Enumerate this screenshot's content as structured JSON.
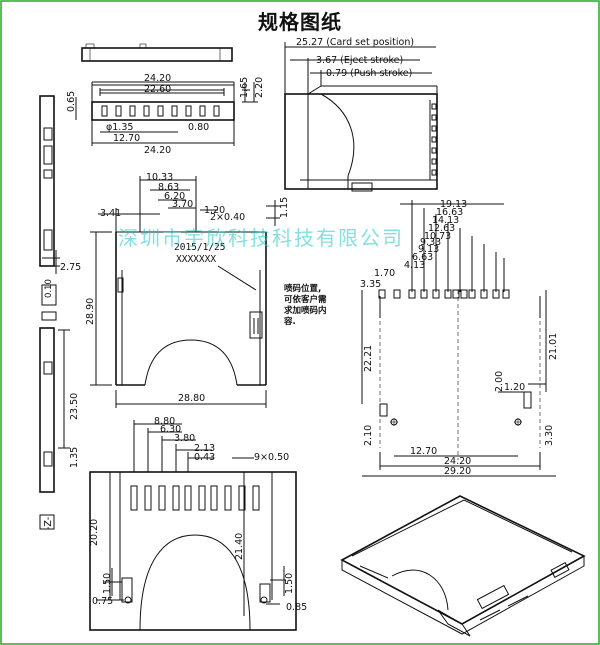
{
  "title": "规格图纸",
  "watermark": "深圳市宇欣科技科技有限公司",
  "colors": {
    "line": "#111111",
    "watermark": "#20c8c8",
    "frame": "#22aa22"
  },
  "top_right": {
    "card_set": "25.27 (Card set position)",
    "eject": "3.67 (Eject stroke)",
    "push": "0.79 (Push stroke)"
  },
  "top_left": {
    "d1": "24.20",
    "d2": "22.60",
    "h1": "1.65",
    "h2": "2.20",
    "hole": "φ1.35",
    "d3": "0.80",
    "d4": "12.70",
    "d5": "24.20",
    "side": "0.65"
  },
  "left_col": {
    "d275": "2.75",
    "d010": "0.10",
    "d2350": "23.50",
    "d135": "1.35",
    "mark": "-Z-"
  },
  "mid": {
    "d1033": "10.33",
    "d863": "8.63",
    "d620": "6.20",
    "d370": "3.70",
    "d341": "3.41",
    "d120": "1.20",
    "pitch": "2×0.40",
    "d115": "1.15",
    "date": "2015/1/25",
    "code": "XXXXXXX",
    "d2890": "28.90",
    "d2880": "28.80"
  },
  "note": [
    "喷码位置,",
    "可依客户需",
    "求加喷码内",
    "容."
  ],
  "right": {
    "d1913": "19.13",
    "d1663": "16.63",
    "d1413": "14.13",
    "d1263": "12.63",
    "d1073": "10.73",
    "d933": "9.33",
    "d913": "9.13",
    "d663": "6.63",
    "d413": "4.13",
    "d170": "1.70",
    "d335": "3.35",
    "d2221": "22.21",
    "d2101": "21.01",
    "d200": "2.00",
    "d120": "1.20",
    "d210": "2.10",
    "d330": "3.30",
    "d1270": "12.70",
    "d2420": "24.20",
    "d2920": "29.20"
  },
  "bottom": {
    "d880": "8.80",
    "d630": "6.30",
    "d380": "3.80",
    "d213": "2.13",
    "d043": "0.43",
    "pitch": "9×0.50",
    "d2020": "20.20",
    "d2140": "21.40",
    "d150a": "1.50",
    "d150b": "1.50",
    "d075": "0.75",
    "d085": "0.85"
  }
}
